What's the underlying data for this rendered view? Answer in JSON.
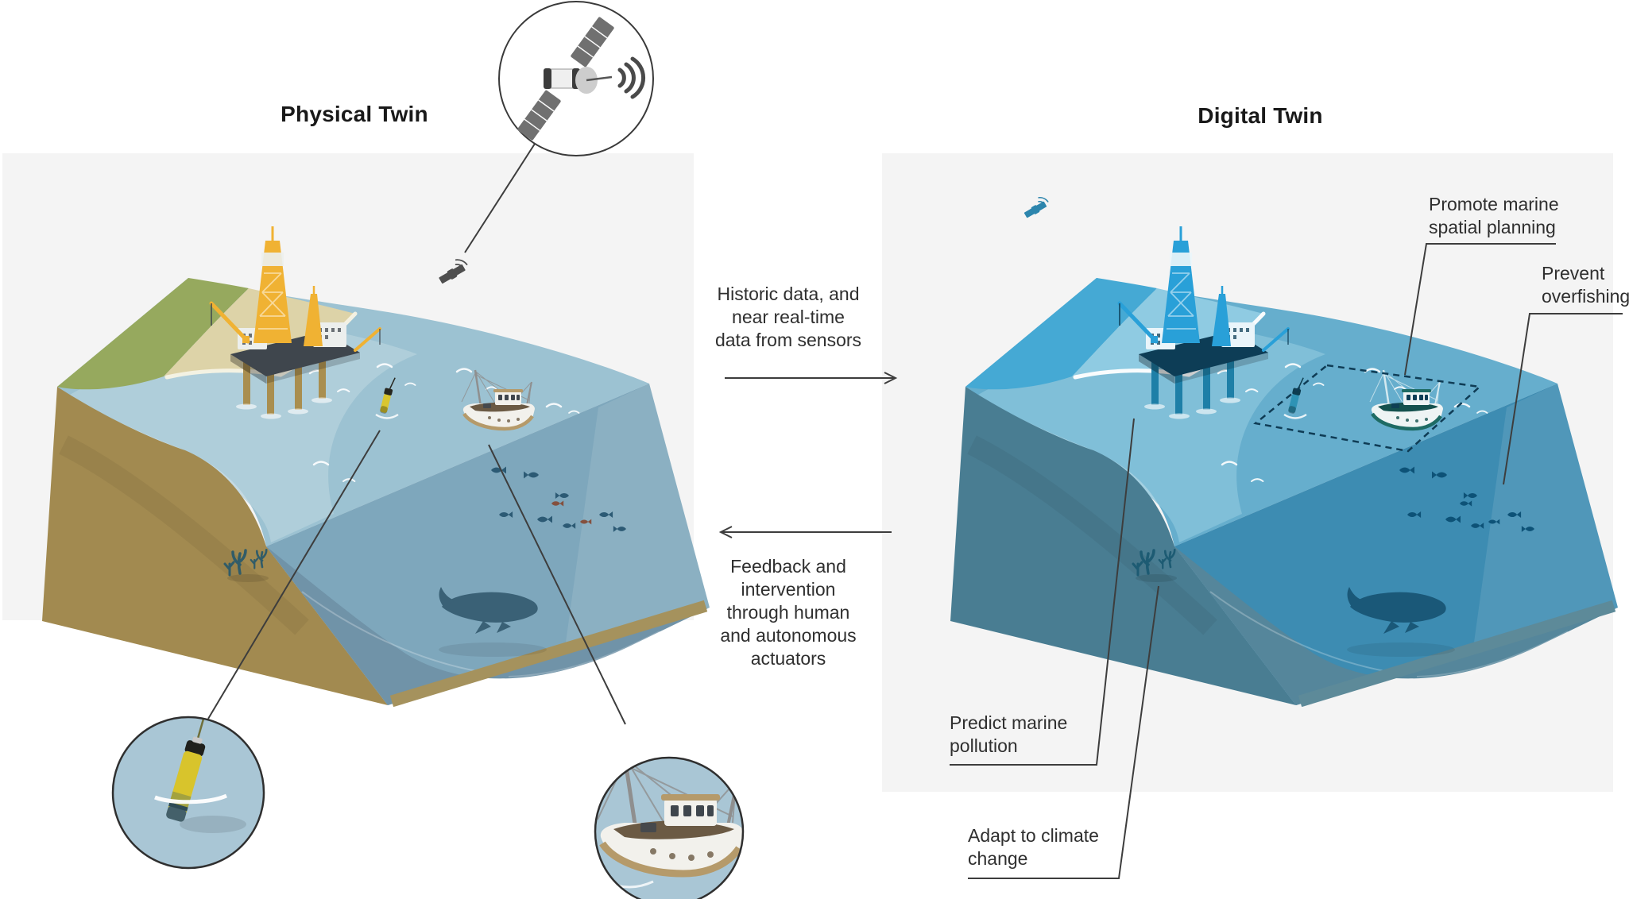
{
  "titles": {
    "physical": "Physical Twin",
    "digital": "Digital Twin"
  },
  "flow": {
    "to_digital": {
      "text": "Historic data, and\nnear real-time\ndata from sensors",
      "direction": "left-to-right"
    },
    "to_physical": {
      "text": "Feedback and\nintervention\nthrough human\nand autonomous\nactuators",
      "direction": "right-to-left"
    }
  },
  "digital_labels": {
    "promote": "Promote marine\nspatial planning",
    "prevent": "Prevent\noverfishing",
    "predict": "Predict marine\npollution",
    "adapt": "Adapt to climate\nchange"
  },
  "scene_elements": {
    "physical": [
      "satellite-icon",
      "mini-satellite-icon",
      "oil-rig-icon",
      "fishing-boat-icon",
      "argo-float-icon",
      "whale-icon",
      "fish-school-icon",
      "coral-icon",
      "argo-float-callout",
      "fishing-boat-callout"
    ],
    "digital": [
      "mini-satellite-icon",
      "oil-rig-icon",
      "fishing-boat-icon",
      "argo-float-icon",
      "whale-icon",
      "fish-school-icon",
      "coral-icon",
      "spatial-planning-zone"
    ]
  },
  "colors": {
    "background": "#ffffff",
    "panel": "#f4f4f4",
    "title_text": "#191919",
    "body_text": "#2f2f2f",
    "connector": "#3d3d3d",
    "callout_fill": "#a9c6d5",
    "callout_stroke": "#2f2f2f",
    "physical": {
      "land": "#96a95e",
      "sand": "#ddd3a8",
      "surf": "#f7f3e4",
      "soil": "#a28a50",
      "sea_top": "#9cc2d2",
      "sea_shallow": "#b6d2dc",
      "sea_front": "#7ea7bc",
      "floor_shade": "#7093a8",
      "floor_strip": "#a5925d",
      "whale": "#3a6176",
      "fish": "#2c5a74",
      "fish_alt": "#84503e",
      "coral": "#315c68",
      "rig_main": "#f0b233",
      "rig_light": "#ecefed",
      "rig_dark": "#3f464d",
      "rig_leg": "#a98e4f",
      "boat_hull": "#f2f1ec",
      "boat_trim": "#b59a6a",
      "boat_deck": "#6b5a44",
      "mast": "#8f8f8f",
      "buoy_main": "#d9c62f",
      "buoy_dark": "#26261f",
      "wave": "#ffffff",
      "satellite": "#4f4f4f",
      "dash": "#3f464d"
    },
    "digital": {
      "land": "#45a9d4",
      "sand": "#8fcbe2",
      "surf": "#ffffff",
      "soil": "#497d92",
      "sea_top": "#66aecd",
      "sea_shallow": "#8ac4db",
      "sea_front": "#3d8cb2",
      "floor_shade": "#55869b",
      "floor_strip": "#5d8a99",
      "whale": "#1a5878",
      "fish": "#0d5277",
      "fish_alt": "#0d5277",
      "coral": "#1d5b73",
      "rig_main": "#29a0d8",
      "rig_light": "#eaf5fa",
      "rig_dark": "#0d3d56",
      "rig_leg": "#1e7fa7",
      "boat_hull": "#eef4f4",
      "boat_trim": "#1e6b64",
      "boat_deck": "#14514e",
      "mast": "#d3e9f0",
      "buoy_main": "#2e93b5",
      "buoy_dark": "#0d3d50",
      "wave": "#ffffff",
      "satellite": "#2c85ad",
      "dash": "#0f3c55"
    }
  }
}
